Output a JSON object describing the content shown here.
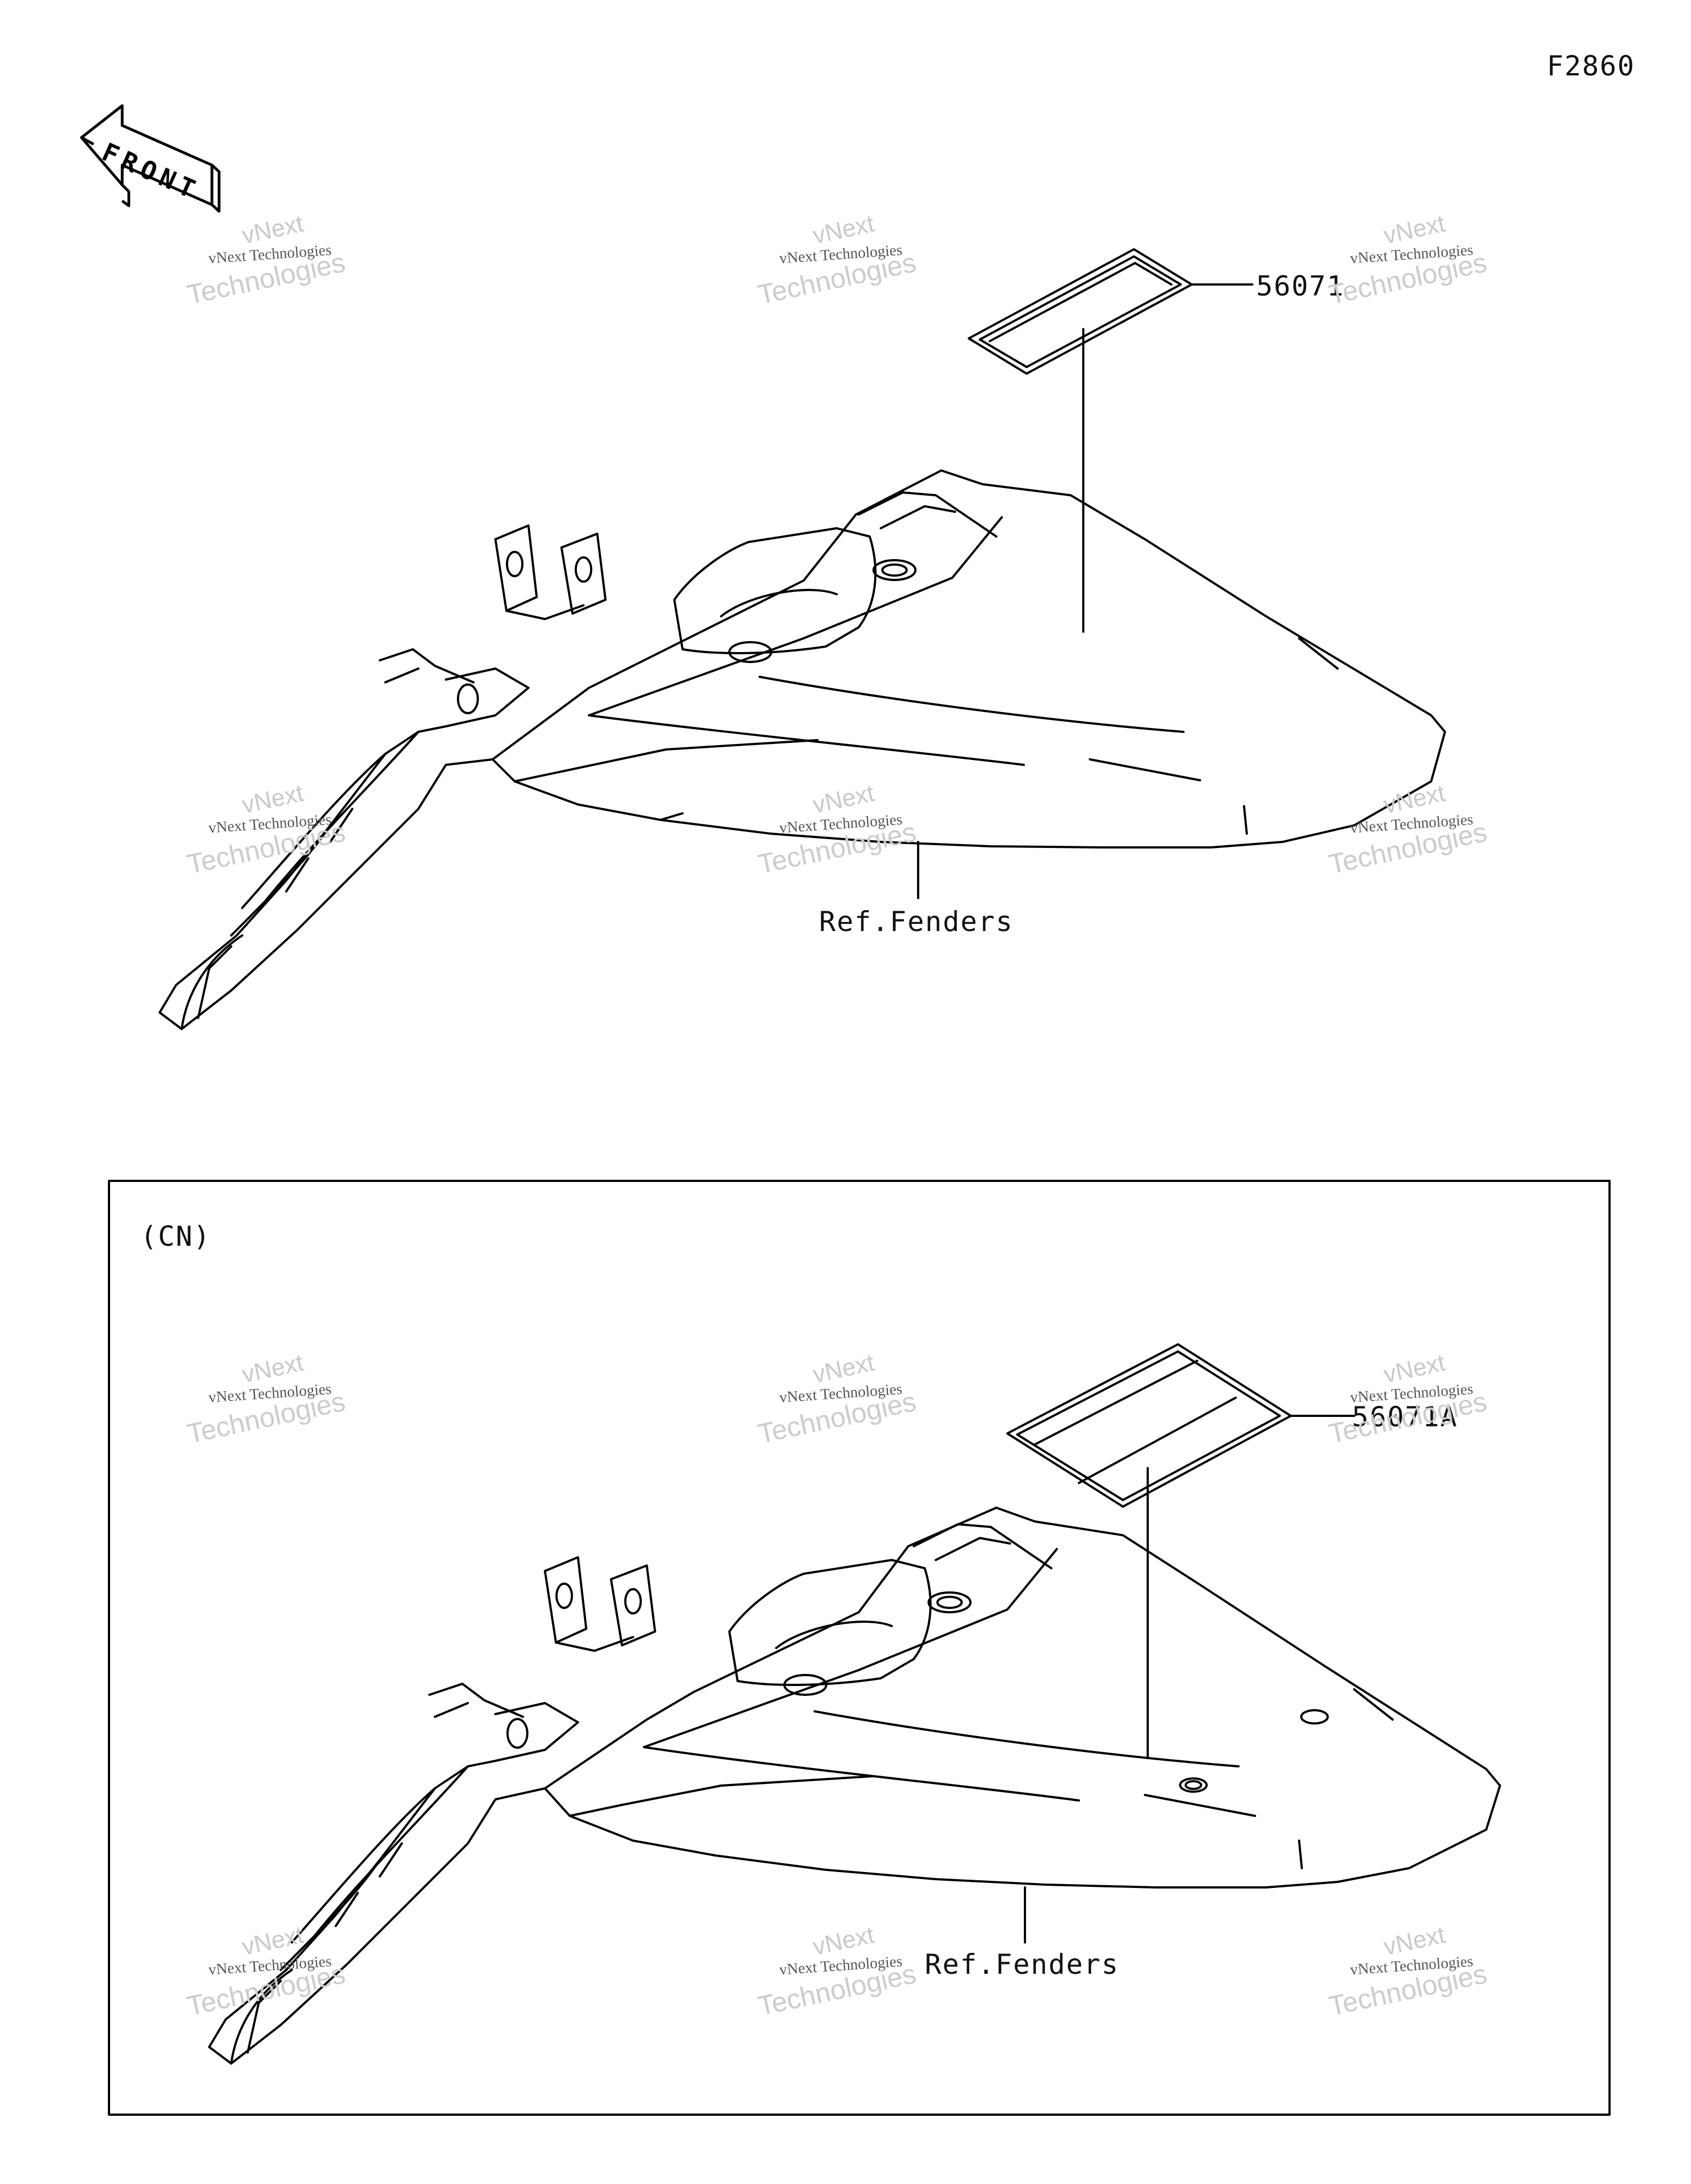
{
  "figure_id": "F2860",
  "front_arrow_text": "FRONT",
  "top_panel": {
    "part_number": "56071",
    "reference": "Ref.Fenders"
  },
  "bottom_panel": {
    "region_code": "(CN)",
    "part_number": "56071A",
    "reference": "Ref.Fenders"
  },
  "watermark": {
    "brand": "vNext",
    "company": "vNext Technologies",
    "word": "Technologies"
  },
  "colors": {
    "line": "#000000",
    "watermark": "#c9c9c9"
  }
}
